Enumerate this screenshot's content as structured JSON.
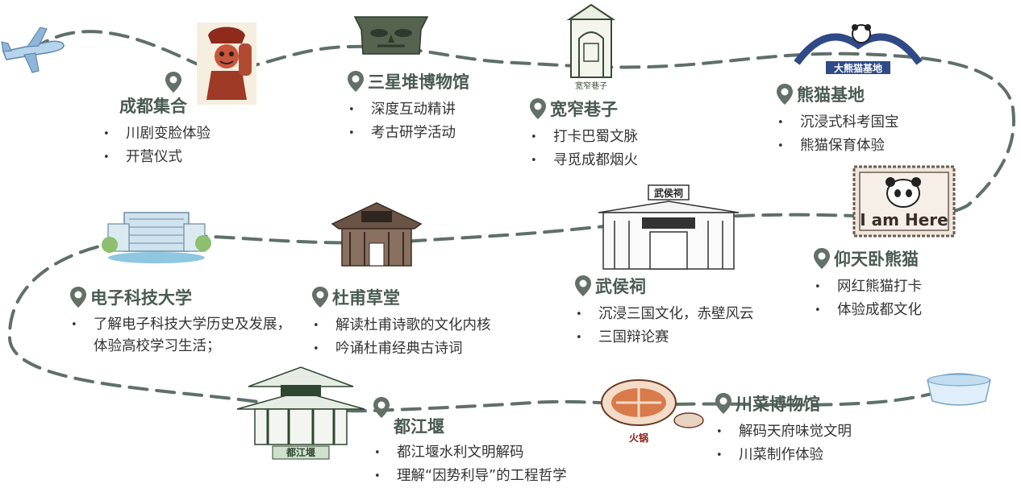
{
  "colors": {
    "route": "#5f6f69",
    "title": "#4a5a52",
    "text": "#333333"
  },
  "stops": [
    {
      "title": "成都集合",
      "bullets": [
        "川剧变脸体验",
        "开营仪式"
      ]
    },
    {
      "title": "三星堆博物馆",
      "bullets": [
        "深度互动精讲",
        "考古研学活动"
      ]
    },
    {
      "title": "宽窄巷子",
      "bullets": [
        "打卡巴蜀文脉",
        "寻觅成都烟火"
      ]
    },
    {
      "title": "熊猫基地",
      "bullets": [
        "沉浸式科考国宝",
        "熊猫保育体验"
      ]
    },
    {
      "title": "仰天卧熊猫",
      "bullets": [
        "网红熊猫打卡",
        "体验成都文化"
      ]
    },
    {
      "title": "武侯祠",
      "bullets": [
        "沉浸三国文化，赤壁风云",
        "三国辩论赛"
      ]
    },
    {
      "title": "杜甫草堂",
      "bullets": [
        "解读杜甫诗歌的文化内核",
        "吟诵杜甫经典古诗词"
      ]
    },
    {
      "title": "电子科技大学",
      "bullets": [
        "了解电子科技大学历史及发展，体验高校学习生活；"
      ]
    },
    {
      "title": "都江堰",
      "bullets": [
        "都江堰水利文明解码",
        "理解“因势利导”的工程哲学"
      ]
    },
    {
      "title": "川菜博物馆",
      "bullets": [
        "解码天府味觉文明",
        "川菜制作体验"
      ]
    }
  ],
  "illustrations": {
    "kuanzhai_sign": "宽窄巷子",
    "panda_base_sign": "大熊猫基地",
    "iamhere_sign": "I am Here",
    "wuhouci_sign": "武侯祠",
    "dujiangyan_sign": "都江堰",
    "hotpot_label": "火锅",
    "icons": [
      "airplane-icon",
      "sichuan-opera-mask-icon",
      "bronze-mask-icon",
      "university-building-icon",
      "thatched-cottage-icon",
      "temple-gate-icon",
      "bowl-icon"
    ]
  }
}
